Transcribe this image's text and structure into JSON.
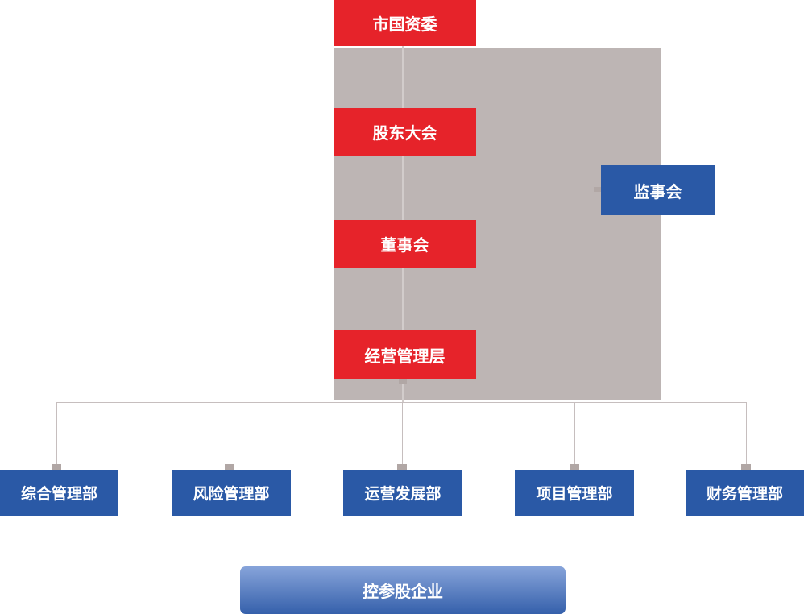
{
  "nodes": {
    "sasac": "市国资委",
    "shareholders_meeting": "股东大会",
    "supervisory_board": "监事会",
    "board_of_directors": "董事会",
    "management_team": "经营管理层",
    "subsidiaries": "控参股企业"
  },
  "departments": [
    "综合管理部",
    "风险管理部",
    "运营发展部",
    "项目管理部",
    "财务管理部"
  ],
  "hierarchy_order_top_to_bottom": [
    "市国资委",
    "股东大会",
    "董事会",
    "经营管理层"
  ],
  "colors": {
    "red": "#e6232a",
    "blue": "#2a59a6",
    "gray_panel": "#bdb5b4",
    "line": "#c6bebe",
    "spine": "#d2cccb",
    "nub": "#b1a7a5",
    "gradient_top": "#87a4da",
    "gradient_bottom": "#3560ab"
  }
}
